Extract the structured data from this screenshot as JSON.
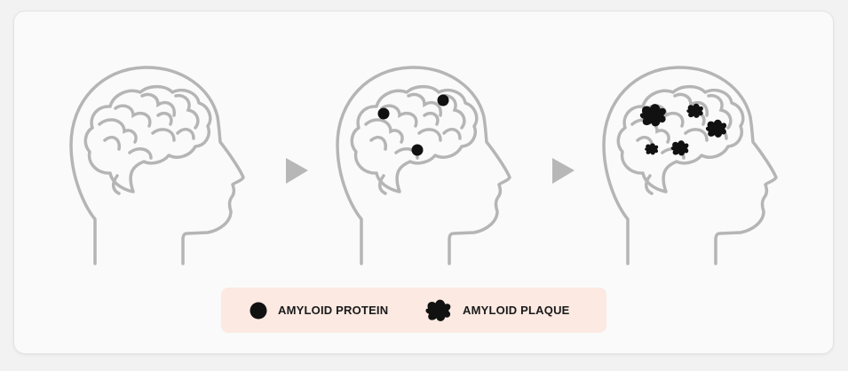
{
  "colors": {
    "outline": "#b5b5b5",
    "arrow": "#b7b7b7",
    "marker": "#111111",
    "legend_bg": "#fbe9e2"
  },
  "stages": [
    {
      "markers": "none"
    },
    {
      "markers": "amyloid-protein",
      "count": 3
    },
    {
      "markers": "amyloid-plaque",
      "count": 5
    }
  ],
  "legend": {
    "protein_label": "AMYLOID PROTEIN",
    "plaque_label": "AMYLOID PLAQUE",
    "protein_icon": "filled-circle-icon",
    "plaque_icon": "plaque-blob-icon"
  }
}
